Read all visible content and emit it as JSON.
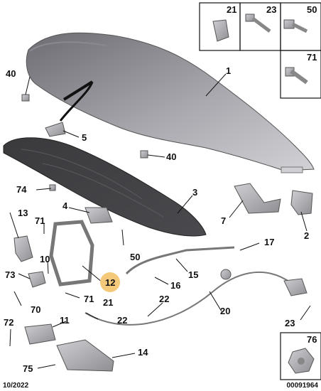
{
  "callouts": [
    "1",
    "3",
    "4",
    "5",
    "7",
    "2",
    "10",
    "11",
    "12",
    "13",
    "14",
    "15",
    "16",
    "17",
    "20",
    "22",
    "23",
    "40",
    "40",
    "50",
    "70",
    "71",
    "71",
    "72",
    "73",
    "74",
    "75",
    "21"
  ],
  "boxes": [
    "21",
    "23",
    "50",
    "71",
    "76"
  ],
  "footer": {
    "date": "10/2022",
    "code": "00091964"
  },
  "colors": {
    "highlight": "#f4c97a"
  }
}
